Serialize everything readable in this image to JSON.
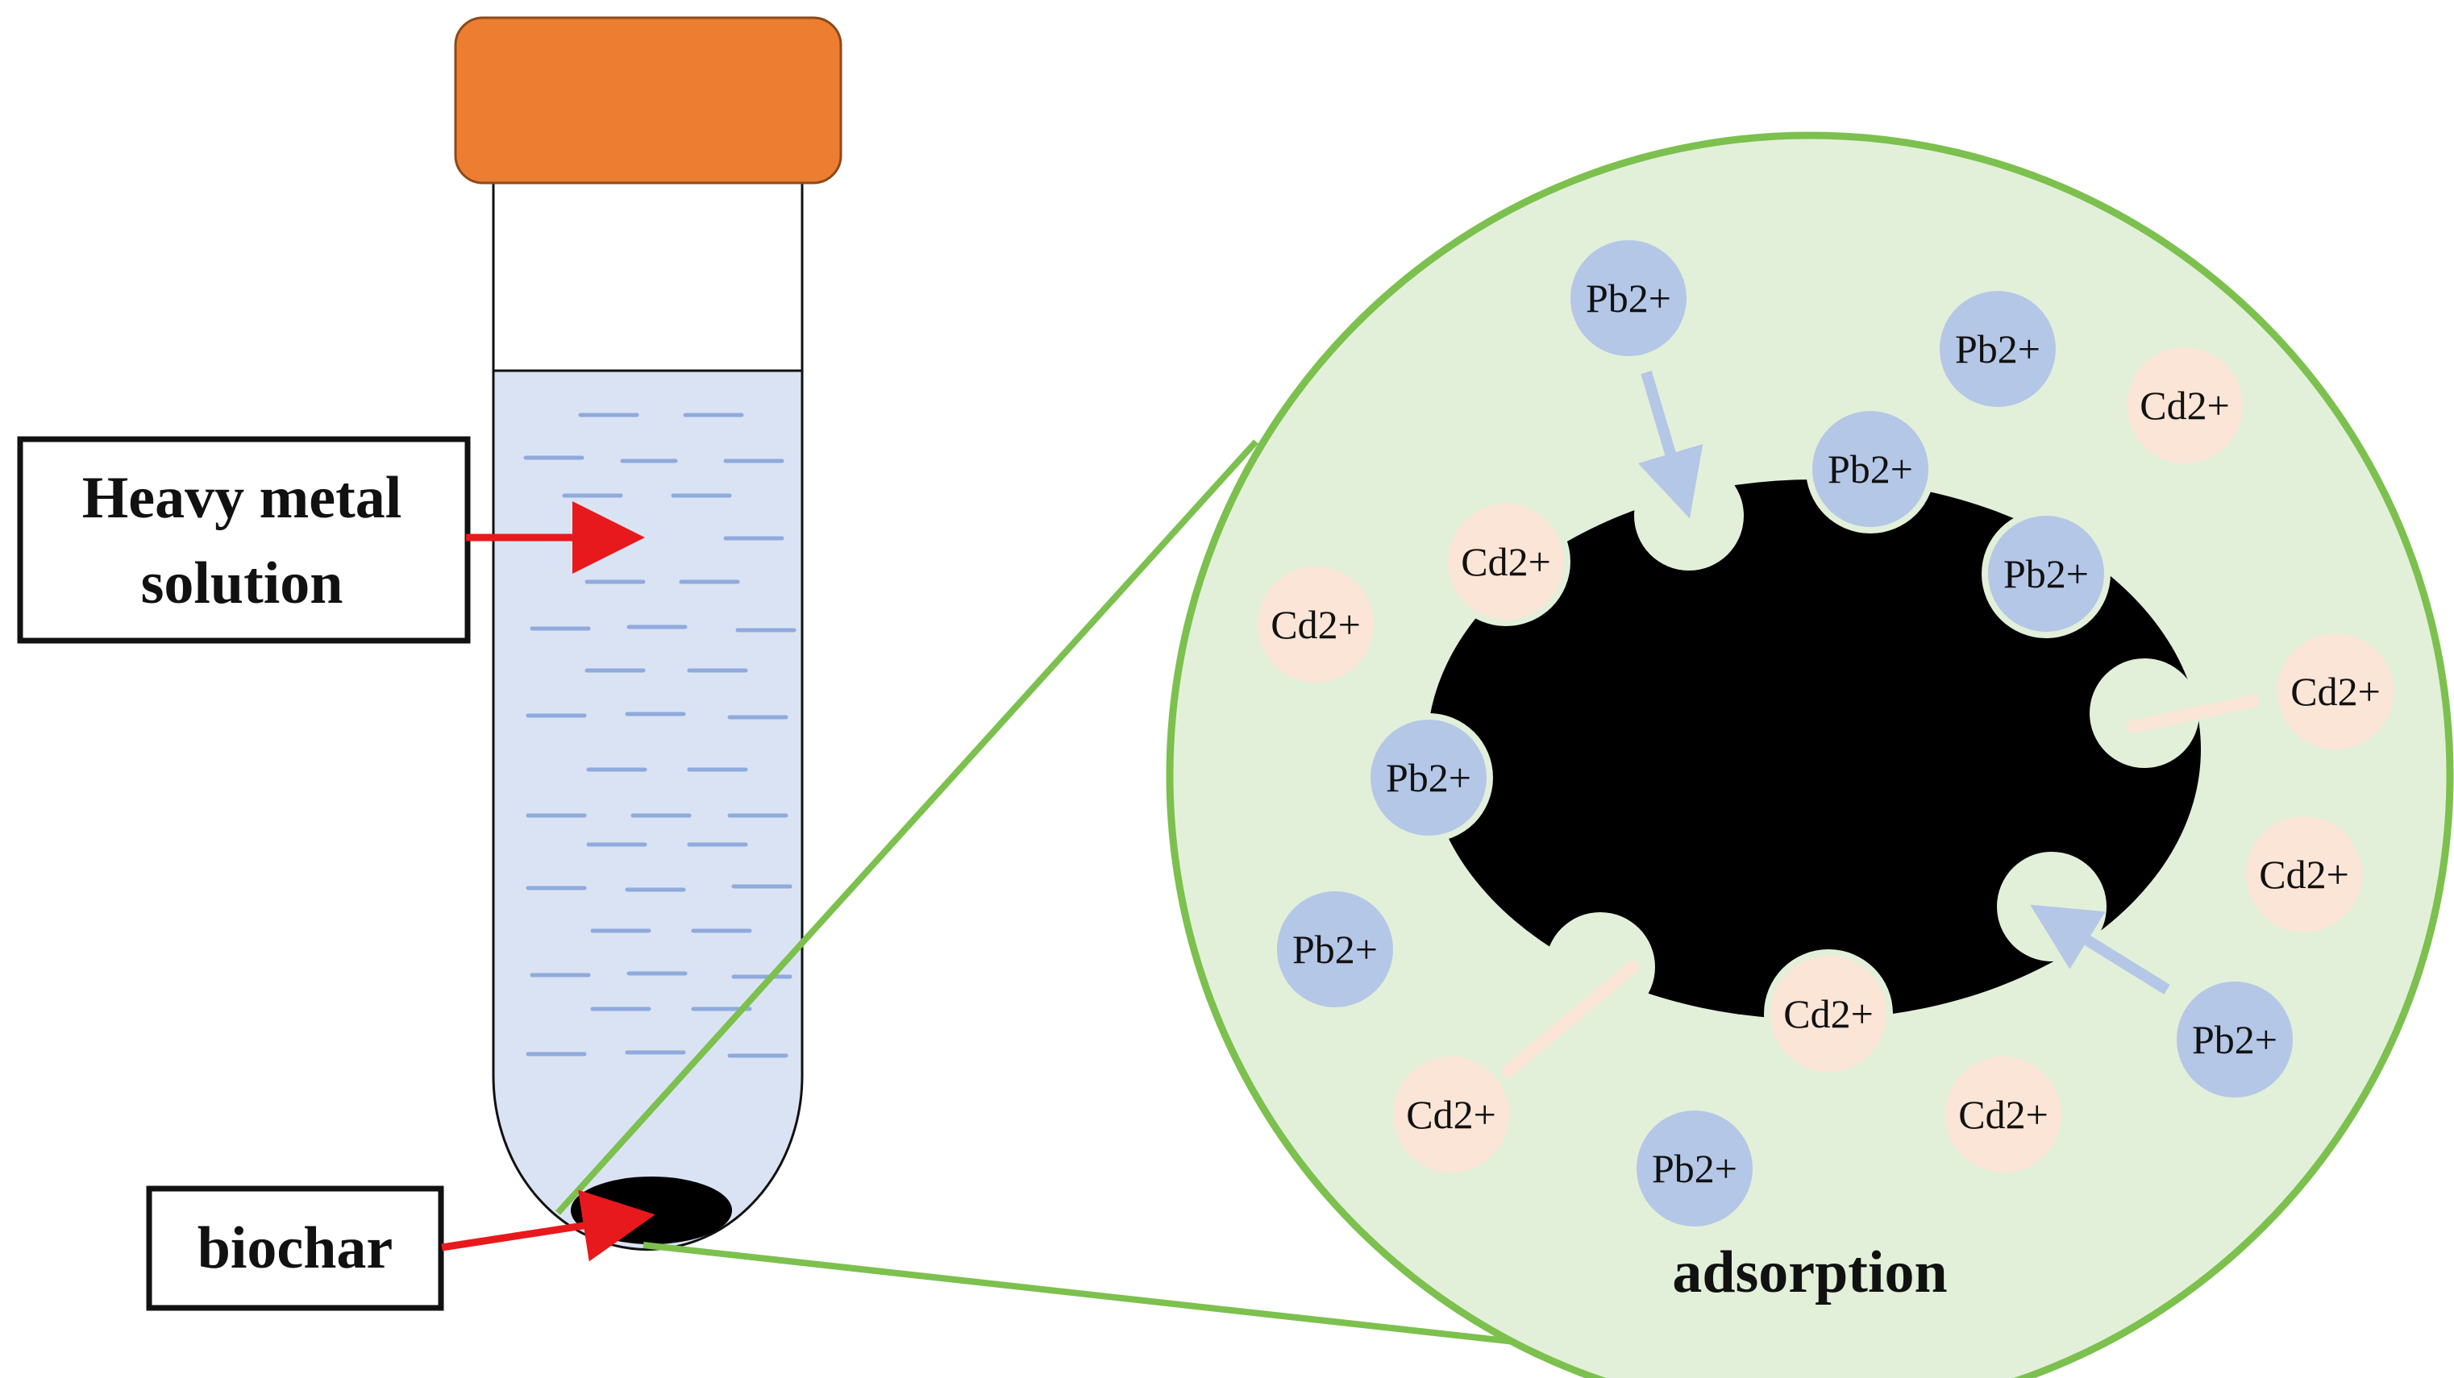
{
  "labels": {
    "solution_line1": "Heavy metal",
    "solution_line2": "solution",
    "biochar": "biochar",
    "adsorption": "adsorption"
  },
  "ions": {
    "pb": "Pb2+",
    "cd": "Cd2+"
  },
  "colors": {
    "cap": "#ED7D31",
    "solution": "#DAE3F3",
    "solution_dash": "#8FAADC",
    "zoom_fill": "#E2F0D9",
    "zoom_stroke": "#7CC04E",
    "biochar": "#000000",
    "pb_ion": "#B4C7E7",
    "cd_ion": "#FBE5D6",
    "arrow_red": "#E8191C"
  }
}
